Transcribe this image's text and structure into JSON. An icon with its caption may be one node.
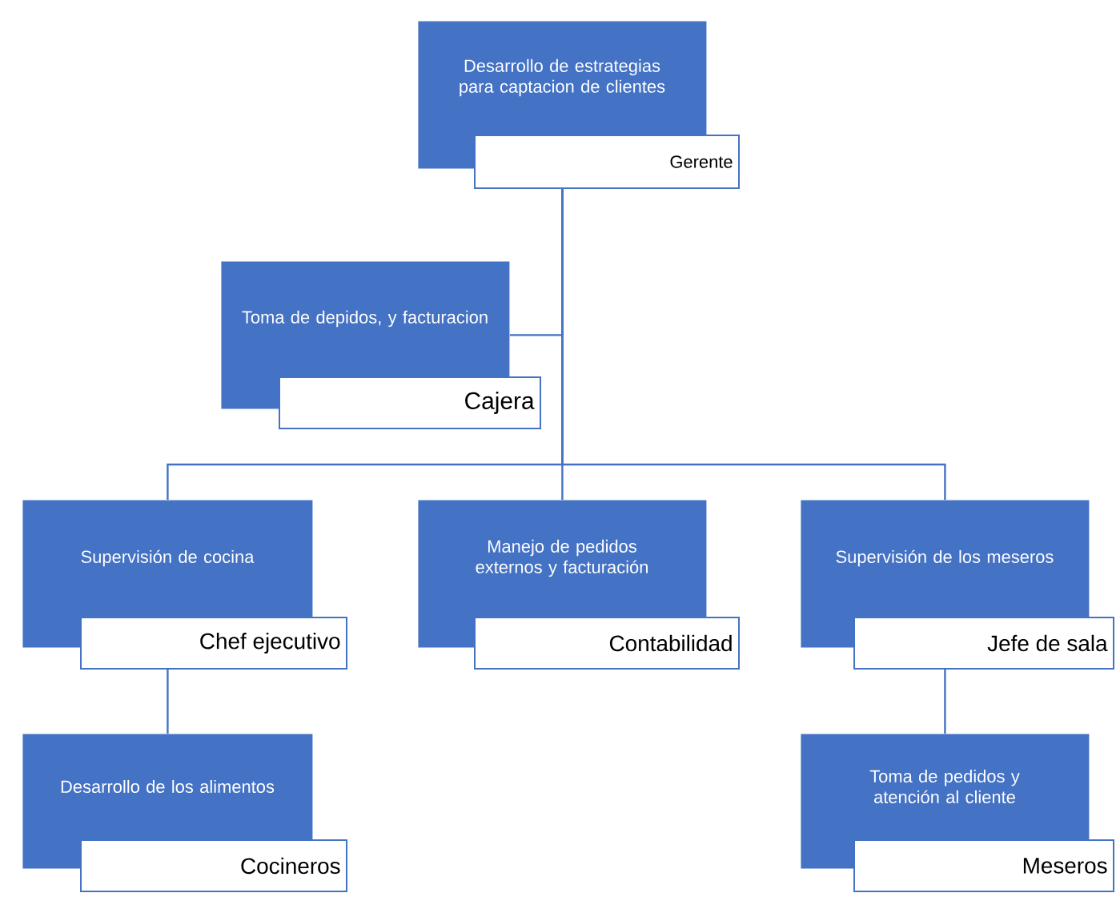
{
  "diagram": {
    "nodes": [
      {
        "text": [
          "Desarrollo de estrategias para captacion de clientes",
          "Gerente"
        ]
      },
      {
        "text": [
          "Toma de depidos, y facturacion",
          "Cajera"
        ]
      },
      {
        "text": [
          "Supervisión de cocina",
          "Chef ejecutivo"
        ]
      },
      {
        "text": [
          "Manejo de pedidos externos y facturación",
          "Contabilidad"
        ]
      },
      {
        "text": [
          "Supervisión de los meseros",
          "Jefe de sala"
        ]
      },
      {
        "text": [
          "Desarrollo de los alimentos",
          "Cocineros"
        ]
      },
      {
        "text": [
          "Toma de pedidos y atención al cliente",
          "Meseros"
        ]
      }
    ],
    "edges": [
      {
        "from": 0,
        "to": 1,
        "arrow": "none"
      },
      {
        "from": 0,
        "to": 2,
        "arrow": "none"
      },
      {
        "from": 0,
        "to": 3,
        "arrow": "none"
      },
      {
        "from": 0,
        "to": 4,
        "arrow": "none"
      },
      {
        "from": 2,
        "to": 5,
        "arrow": "none"
      },
      {
        "from": 4,
        "to": 6,
        "arrow": "none"
      }
    ]
  }
}
